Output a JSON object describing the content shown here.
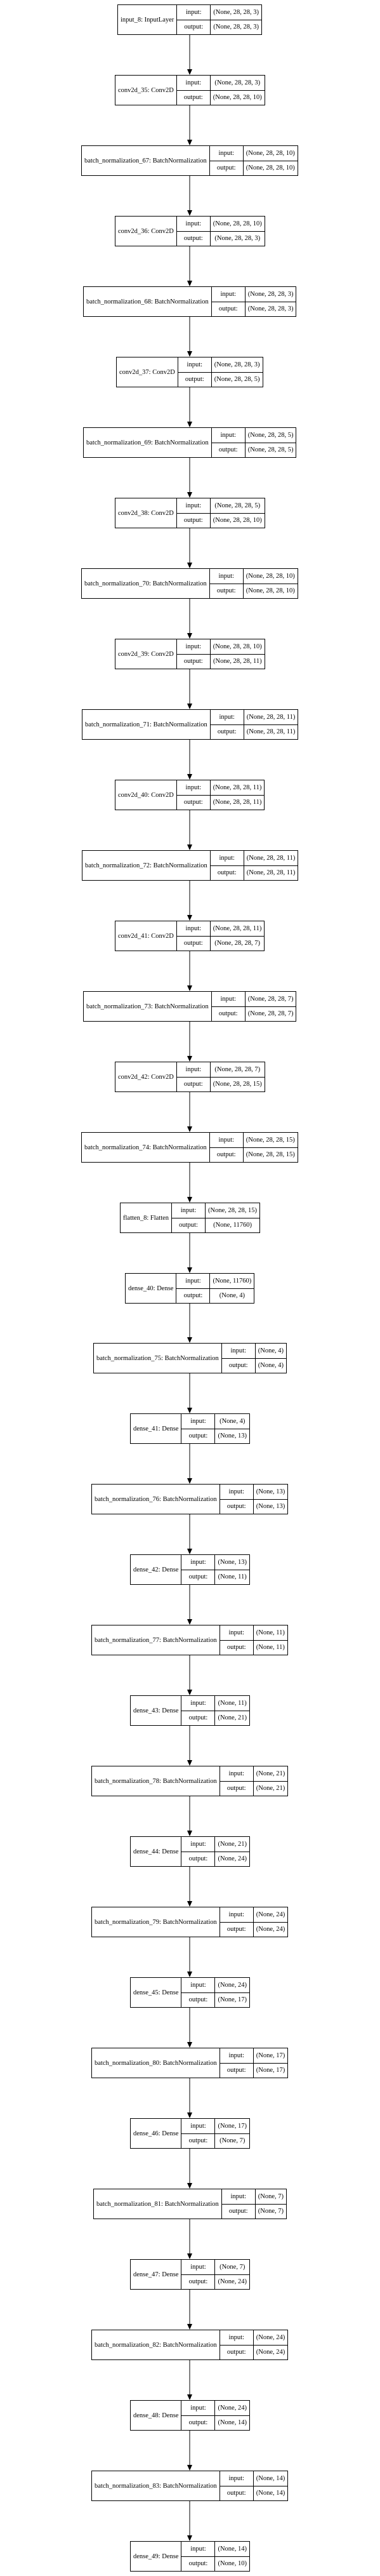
{
  "io_labels": {
    "input": "input:",
    "output": "output:"
  },
  "nodes": [
    {
      "name": "input_8: InputLayer",
      "input": "(None, 28, 28, 3)",
      "output": "(None, 28, 28, 3)"
    },
    {
      "name": "conv2d_35: Conv2D",
      "input": "(None, 28, 28, 3)",
      "output": "(None, 28, 28, 10)"
    },
    {
      "name": "batch_normalization_67: BatchNormalization",
      "input": "(None, 28, 28, 10)",
      "output": "(None, 28, 28, 10)"
    },
    {
      "name": "conv2d_36: Conv2D",
      "input": "(None, 28, 28, 10)",
      "output": "(None, 28, 28, 3)"
    },
    {
      "name": "batch_normalization_68: BatchNormalization",
      "input": "(None, 28, 28, 3)",
      "output": "(None, 28, 28, 3)"
    },
    {
      "name": "conv2d_37: Conv2D",
      "input": "(None, 28, 28, 3)",
      "output": "(None, 28, 28, 5)"
    },
    {
      "name": "batch_normalization_69: BatchNormalization",
      "input": "(None, 28, 28, 5)",
      "output": "(None, 28, 28, 5)"
    },
    {
      "name": "conv2d_38: Conv2D",
      "input": "(None, 28, 28, 5)",
      "output": "(None, 28, 28, 10)"
    },
    {
      "name": "batch_normalization_70: BatchNormalization",
      "input": "(None, 28, 28, 10)",
      "output": "(None, 28, 28, 10)"
    },
    {
      "name": "conv2d_39: Conv2D",
      "input": "(None, 28, 28, 10)",
      "output": "(None, 28, 28, 11)"
    },
    {
      "name": "batch_normalization_71: BatchNormalization",
      "input": "(None, 28, 28, 11)",
      "output": "(None, 28, 28, 11)"
    },
    {
      "name": "conv2d_40: Conv2D",
      "input": "(None, 28, 28, 11)",
      "output": "(None, 28, 28, 11)"
    },
    {
      "name": "batch_normalization_72: BatchNormalization",
      "input": "(None, 28, 28, 11)",
      "output": "(None, 28, 28, 11)"
    },
    {
      "name": "conv2d_41: Conv2D",
      "input": "(None, 28, 28, 11)",
      "output": "(None, 28, 28, 7)"
    },
    {
      "name": "batch_normalization_73: BatchNormalization",
      "input": "(None, 28, 28, 7)",
      "output": "(None, 28, 28, 7)"
    },
    {
      "name": "conv2d_42: Conv2D",
      "input": "(None, 28, 28, 7)",
      "output": "(None, 28, 28, 15)"
    },
    {
      "name": "batch_normalization_74: BatchNormalization",
      "input": "(None, 28, 28, 15)",
      "output": "(None, 28, 28, 15)"
    },
    {
      "name": "flatten_8: Flatten",
      "input": "(None, 28, 28, 15)",
      "output": "(None, 11760)"
    },
    {
      "name": "dense_40: Dense",
      "input": "(None, 11760)",
      "output": "(None, 4)"
    },
    {
      "name": "batch_normalization_75: BatchNormalization",
      "input": "(None, 4)",
      "output": "(None, 4)"
    },
    {
      "name": "dense_41: Dense",
      "input": "(None, 4)",
      "output": "(None, 13)"
    },
    {
      "name": "batch_normalization_76: BatchNormalization",
      "input": "(None, 13)",
      "output": "(None, 13)"
    },
    {
      "name": "dense_42: Dense",
      "input": "(None, 13)",
      "output": "(None, 11)"
    },
    {
      "name": "batch_normalization_77: BatchNormalization",
      "input": "(None, 11)",
      "output": "(None, 11)"
    },
    {
      "name": "dense_43: Dense",
      "input": "(None, 11)",
      "output": "(None, 21)"
    },
    {
      "name": "batch_normalization_78: BatchNormalization",
      "input": "(None, 21)",
      "output": "(None, 21)"
    },
    {
      "name": "dense_44: Dense",
      "input": "(None, 21)",
      "output": "(None, 24)"
    },
    {
      "name": "batch_normalization_79: BatchNormalization",
      "input": "(None, 24)",
      "output": "(None, 24)"
    },
    {
      "name": "dense_45: Dense",
      "input": "(None, 24)",
      "output": "(None, 17)"
    },
    {
      "name": "batch_normalization_80: BatchNormalization",
      "input": "(None, 17)",
      "output": "(None, 17)"
    },
    {
      "name": "dense_46: Dense",
      "input": "(None, 17)",
      "output": "(None, 7)"
    },
    {
      "name": "batch_normalization_81: BatchNormalization",
      "input": "(None, 7)",
      "output": "(None, 7)"
    },
    {
      "name": "dense_47: Dense",
      "input": "(None, 7)",
      "output": "(None, 24)"
    },
    {
      "name": "batch_normalization_82: BatchNormalization",
      "input": "(None, 24)",
      "output": "(None, 24)"
    },
    {
      "name": "dense_48: Dense",
      "input": "(None, 24)",
      "output": "(None, 14)"
    },
    {
      "name": "batch_normalization_83: BatchNormalization",
      "input": "(None, 14)",
      "output": "(None, 14)"
    },
    {
      "name": "dense_49: Dense",
      "input": "(None, 14)",
      "output": "(None, 10)"
    }
  ]
}
